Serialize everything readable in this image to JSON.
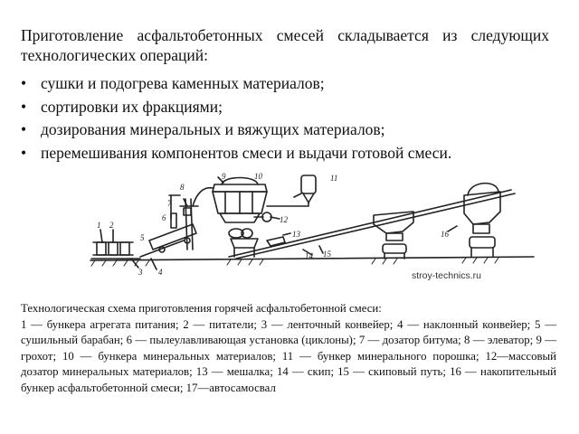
{
  "intro_text": "Приготовление асфальтобетонных смесей складывается из следующих технологических операций:",
  "bullets": [
    "сушки и подогрева каменных материалов;",
    "сортировки их фракциями;",
    "дозирования минеральных и вяжущих материалов;",
    "перемешивания компонентов смеси и выдачи готовой смеси."
  ],
  "bullet_glyph": "•",
  "figure": {
    "labels": [
      "1",
      "2",
      "3",
      "4",
      "5",
      "6",
      "7",
      "8",
      "9",
      "10",
      "11",
      "12",
      "13",
      "14",
      "15",
      "16"
    ],
    "watermark": "stroy-technics.ru"
  },
  "caption": {
    "title": "Технологическая схема приготовления горячей асфальтобетонной смеси:",
    "body": "1 — бункера агрегата питания; 2 — питатели; 3 — ленточный конвейер; 4 — наклонный конвейер; 5 — сушильный барабан; 6 — пылеулавливающая установка (циклоны); 7 — дозатор битума; 8 — элеватор; 9 — грохот; 10 — бункера минеральных материалов; 11 — бункер минерального порошка; 12—массовый дозатор минеральных материалов; 13 — мешалка; 14 — скип; 15 — скиповый путь; 16 — накопительный бункер асфальтобетонной смеси; 17—автосамосвал"
  }
}
